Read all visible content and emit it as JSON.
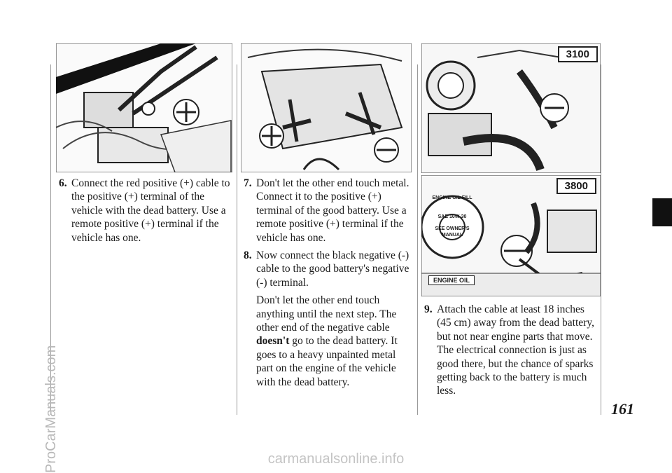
{
  "engine_labels": {
    "top": "3100",
    "bottom": "3800"
  },
  "image_labels": {
    "engine_oil_cap": "ENGINE OIL FILL",
    "see_manual": "SEE OWNER'S MANUAL",
    "oil_grade": "SAE 10W-30",
    "engine_oil_tag": "ENGINE OIL"
  },
  "steps": [
    {
      "number": "6.",
      "text": "Connect the red positive (+) cable to the positive (+) terminal of the vehicle with the dead battery. Use a remote positive (+) terminal if the vehicle has one."
    },
    {
      "number": "7.",
      "text": "Don't let the other end touch metal. Connect it to the positive (+) terminal of the good battery. Use a remote positive (+) terminal if the vehicle has one."
    },
    {
      "number": "8.",
      "text": "Now connect the black negative (-) cable to the good battery's negative (-) terminal."
    },
    {
      "number": "9.",
      "text": "Attach the cable at least 18 inches (45 cm) away from the dead battery, but not near engine parts that move. The electrical connection is just as good there, but the chance of sparks getting back to the battery is much less."
    }
  ],
  "note_8": {
    "before": "Don't let the other end touch anything until the next step. The other end of the negative cable ",
    "bold": "doesn't",
    "after": " go to the dead battery. It goes to a heavy unpainted metal part on the engine of the vehicle with the dead battery."
  },
  "page_number": "161",
  "watermark": "ProCarManuals.com",
  "footer": "carmanualsonline.info"
}
